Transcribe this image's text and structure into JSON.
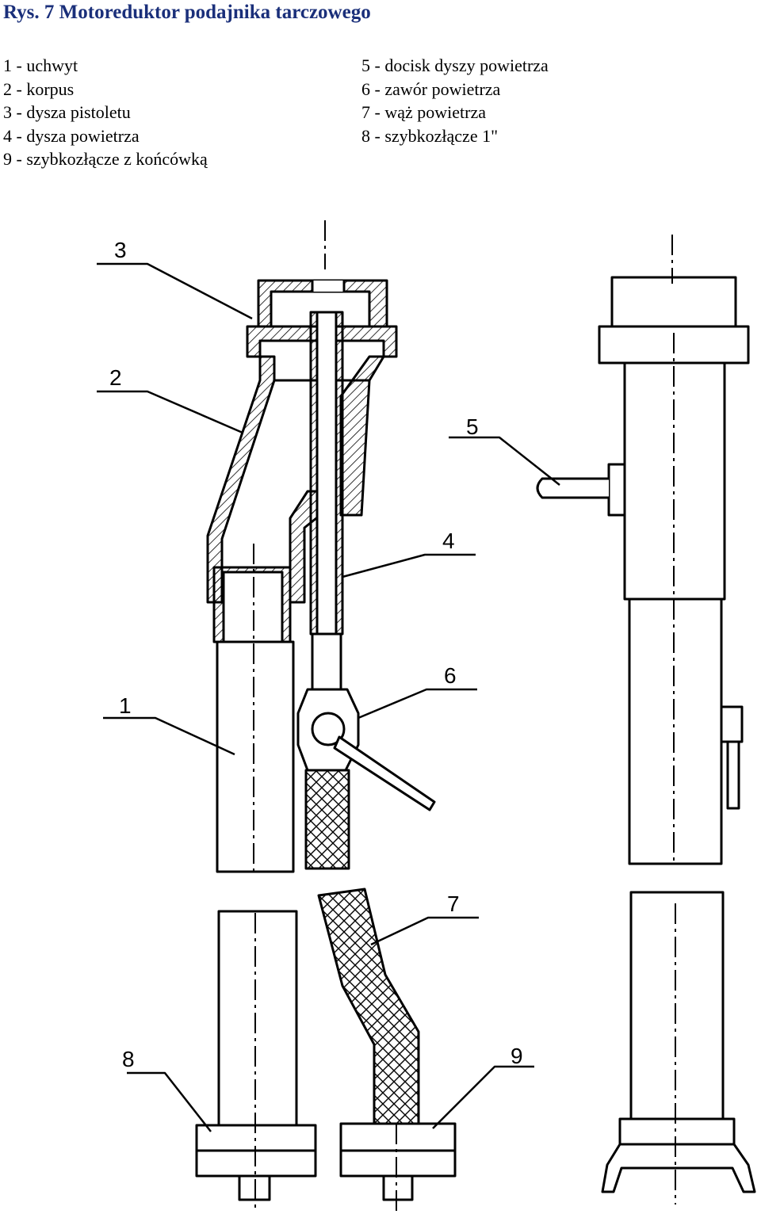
{
  "title": "Rys. 7 Motoreduktor podajnika tarczowego",
  "legend": {
    "col1": [
      "1 - uchwyt",
      "2 - korpus",
      "3 - dysza pistoletu",
      "4 - dysza powietrza",
      "9 - szybkozłącze z końcówką"
    ],
    "col2": [
      "5 - docisk dyszy powietrza",
      "6 - zawór powietrza",
      "7 - wąż powietrza",
      "8 - szybkozłącze 1\""
    ]
  },
  "callouts": [
    "3",
    "2",
    "5",
    "4",
    "1",
    "6",
    "7",
    "8",
    "9"
  ]
}
